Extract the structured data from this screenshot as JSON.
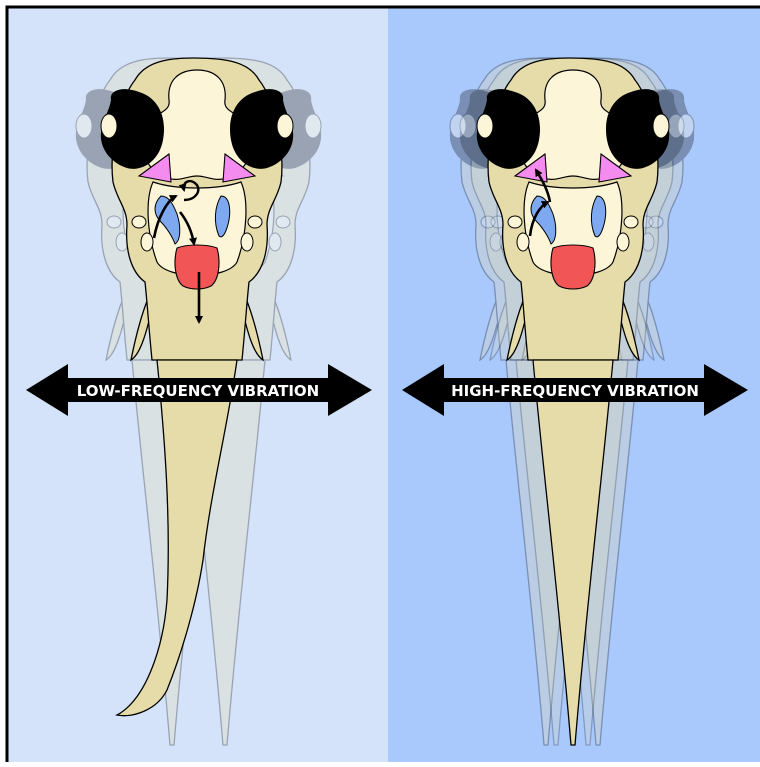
{
  "panels": [
    {
      "id": "low",
      "label": "LOW-FREQUENCY VIBRATION",
      "background": "#d5e3fa",
      "tail": "bent"
    },
    {
      "id": "high",
      "label": "HIGH-FREQUENCY VIBRATION",
      "background": "#a9c8fb",
      "tail": "straight"
    }
  ],
  "colors": {
    "body": "#e6dcaa",
    "head_inner": "#fdf5d8",
    "eye": "#000000",
    "ear_mass": "#f48cf0",
    "otolith": "#7ea9f0",
    "heart": "#f25555",
    "ghost": "#8d9fc0",
    "arrow_band": "#000000",
    "label_text": "#ffffff",
    "frame": "#000000"
  },
  "icons": [
    "double-arrow-icon",
    "curved-arrow-icon",
    "down-arrow-icon"
  ]
}
